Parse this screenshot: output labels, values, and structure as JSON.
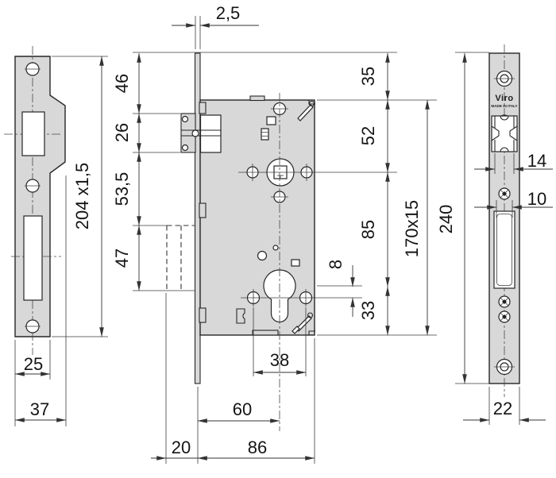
{
  "brand": {
    "name": "Viro",
    "origin": "MADE IN ITALY"
  },
  "dims": {
    "faceplate_thickness": "2,5",
    "top_to_latch": "46",
    "latch_height": "26",
    "latch_to_bolt": "53,5",
    "bolt_height": "47",
    "strike_plate_size": "204 x1,5",
    "strike_narrow_width": "25",
    "strike_wide_width": "37",
    "plate_top_to_body": "35",
    "body_top_to_follower": "52",
    "follower_to_cylinder": "85",
    "cylinder_to_body_bottom": "33",
    "body_size": "170x15",
    "faceplate_height": "240",
    "latch_face_width": "14",
    "bolt_face_width": "10",
    "faceplate_width": "22",
    "cylinder_hole_offset": "8",
    "fixing_hole_spacing": "38",
    "backset": "60",
    "bolt_throw": "20",
    "body_depth": "86"
  }
}
